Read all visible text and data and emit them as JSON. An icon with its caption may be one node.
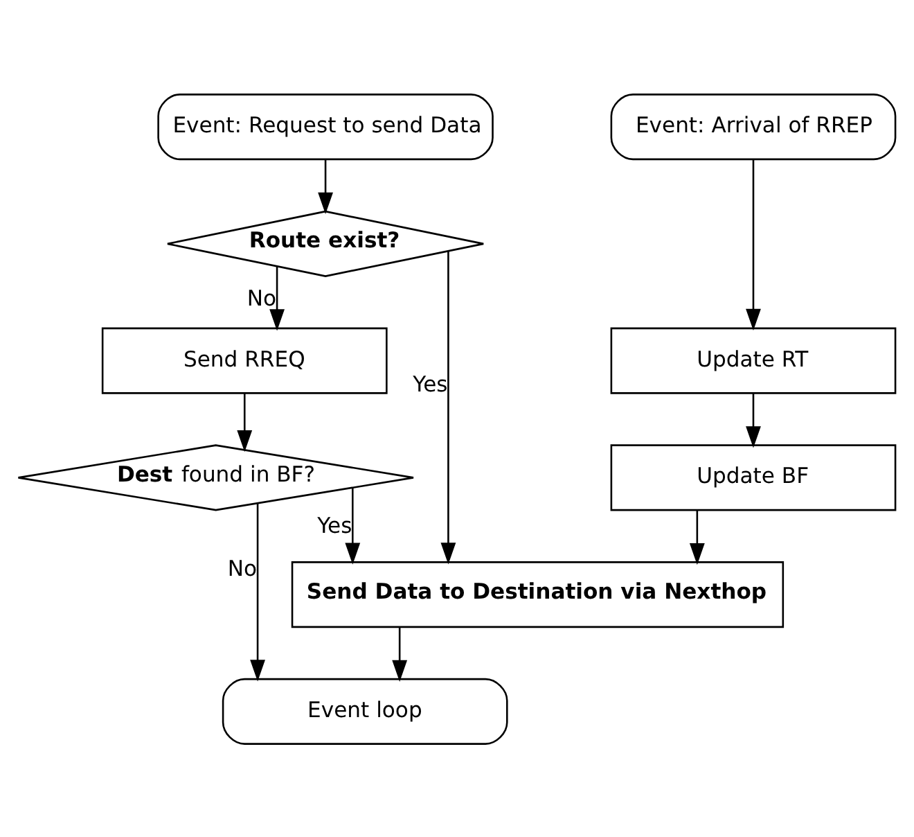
{
  "diagram": {
    "nodes": [
      {
        "text": [
          "Event: Request to send Data"
        ]
      },
      {
        "text": [
          "Route exist?"
        ]
      },
      {
        "text": [
          "Send RREQ"
        ]
      },
      {
        "text": [
          "**Dest** found in BF?"
        ]
      },
      {
        "text": [
          "Send Data to Destination via Nexthop"
        ]
      },
      {
        "text": [
          "Event loop"
        ]
      },
      {
        "text": [
          "Event: Arrival of RREP"
        ]
      },
      {
        "text": [
          "Update RT"
        ]
      },
      {
        "text": [
          "Update BF"
        ]
      }
    ],
    "edges": [
      {
        "from": 0,
        "to": 1,
        "arrow": "to"
      },
      {
        "from": 1,
        "to": 2,
        "arrow": "to",
        "label": "No"
      },
      {
        "from": 1,
        "to": 4,
        "arrow": "to",
        "label": "Yes"
      },
      {
        "from": 2,
        "to": 3,
        "arrow": "to"
      },
      {
        "from": 3,
        "to": 4,
        "arrow": "to",
        "label": "Yes"
      },
      {
        "from": 3,
        "to": 5,
        "arrow": "to",
        "label": "No"
      },
      {
        "from": 4,
        "to": 5,
        "arrow": "to"
      },
      {
        "from": 6,
        "to": 7,
        "arrow": "to"
      },
      {
        "from": 7,
        "to": 8,
        "arrow": "to"
      },
      {
        "from": 8,
        "to": 4,
        "arrow": "to"
      }
    ]
  }
}
